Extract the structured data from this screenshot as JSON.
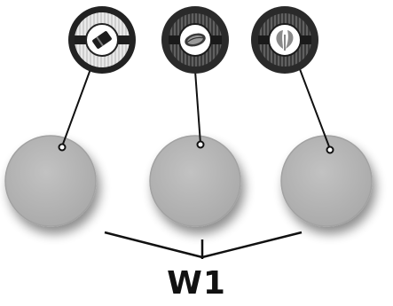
{
  "diagram": {
    "group_label": "W1",
    "icons": [
      {
        "name": "eraser-icon",
        "badge": "light"
      },
      {
        "name": "seed-icon",
        "badge": "dark"
      },
      {
        "name": "leaf-icon",
        "badge": "dark"
      }
    ],
    "palette": {
      "circle_fill": "#b9b9b9",
      "circle_edge": "#a6a6a6",
      "line": "#111111",
      "badge_light": "#cfcfcf",
      "badge_dark": "#2e2e2e",
      "background": "#ffffff"
    }
  }
}
